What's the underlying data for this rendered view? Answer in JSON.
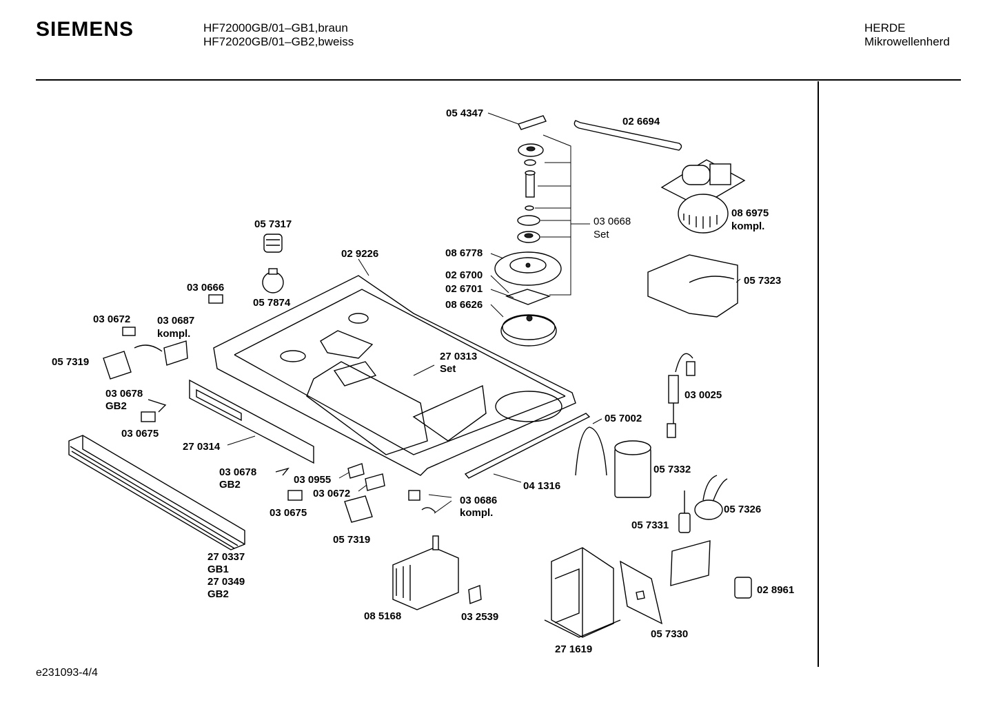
{
  "header": {
    "brand": "SIEMENS",
    "model_line_1": "HF72000GB/01–GB1,braun",
    "model_line_2": "HF72020GB/01–GB2,bweiss",
    "category_line_1": "HERDE",
    "category_line_2": "Mikrowellenherd"
  },
  "footer": {
    "document_id": "e231093-4/4"
  },
  "labels": {
    "p054347": "05 4347",
    "p026694": "02 6694",
    "p030668": "03 0668",
    "set": "Set",
    "p086975": "08 6975",
    "kompl": "kompl.",
    "p057317": "05 7317",
    "p029226": "02 9226",
    "p086778": "08 6778",
    "p026700": "02 6700",
    "p026701": "02 6701",
    "p086626": "08 6626",
    "p057323": "05 7323",
    "p030666": "03 0666",
    "p057874": "05 7874",
    "p030672": "03 0672",
    "p030687": "03 0687",
    "p057319": "05 7319",
    "p270313": "27 0313",
    "p030025": "03 0025",
    "p030678": "03 0678",
    "gb2": "GB2",
    "gb1": "GB1",
    "p030675": "03 0675",
    "p057002": "05 7002",
    "p270314": "27 0314",
    "p057332": "05 7332",
    "p030955": "03 0955",
    "p041316": "04 1316",
    "p030686": "03 0686",
    "p057326": "05 7326",
    "p057331": "05 7331",
    "p270337": "27 0337",
    "p270349": "27 0349",
    "p028961": "02 8961",
    "p085168": "08 5168",
    "p032539": "03 2539",
    "p057330": "05 7330",
    "p271619": "27 1619"
  }
}
